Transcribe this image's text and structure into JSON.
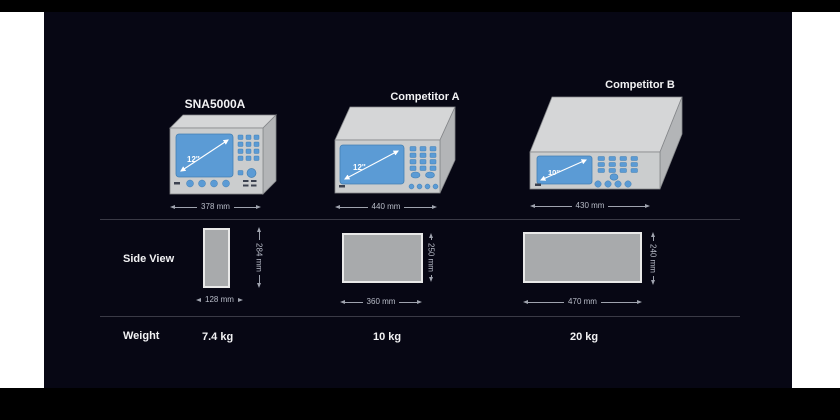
{
  "row_labels": {
    "side_view": "Side View",
    "weight": "Weight"
  },
  "products": [
    {
      "name": "SNA5000A",
      "screen_size": "12''",
      "front_width": "378 mm",
      "side_width": "128 mm",
      "side_height": "284 mm",
      "weight": "7.4 kg"
    },
    {
      "name": "Competitor A",
      "screen_size": "12''",
      "front_width": "440 mm",
      "side_width": "360 mm",
      "side_height": "250 mm",
      "weight": "10 kg"
    },
    {
      "name": "Competitor B",
      "screen_size": "10''",
      "front_width": "430 mm",
      "side_width": "470 mm",
      "side_height": "240 mm",
      "weight": "20 kg"
    }
  ],
  "colors": {
    "slide_background": "#070714",
    "letterbox": "#000000",
    "page_background": "#ffffff",
    "device_body": "#cbcdce",
    "screen_blue": "#5b9bd5",
    "dimension_lines": "#9fa3ae",
    "divider": "#3a3a46",
    "text": "#f2f2f4"
  }
}
